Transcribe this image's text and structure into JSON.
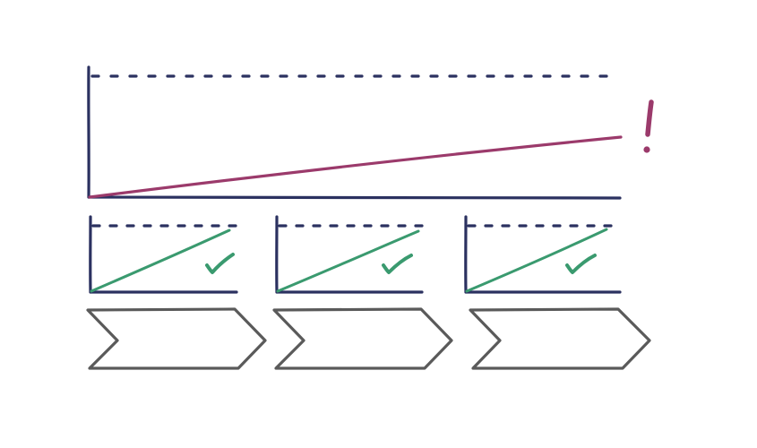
{
  "colors": {
    "axis": "#2b3160",
    "alert": "#9b3a6b",
    "ok": "#3a9a6f",
    "chevron": "#5a5a5a",
    "background": "#ffffff"
  },
  "main_chart": {
    "trend": "rising-above-limit",
    "icon": "exclamation-icon"
  },
  "sub_charts": [
    {
      "trend": "rising-within-limit",
      "icon": "check-icon"
    },
    {
      "trend": "rising-within-limit",
      "icon": "check-icon"
    },
    {
      "trend": "rising-within-limit",
      "icon": "check-icon"
    }
  ],
  "phases": [
    {
      "icon": "chevron-arrow-icon"
    },
    {
      "icon": "chevron-arrow-icon"
    },
    {
      "icon": "chevron-arrow-icon"
    }
  ]
}
